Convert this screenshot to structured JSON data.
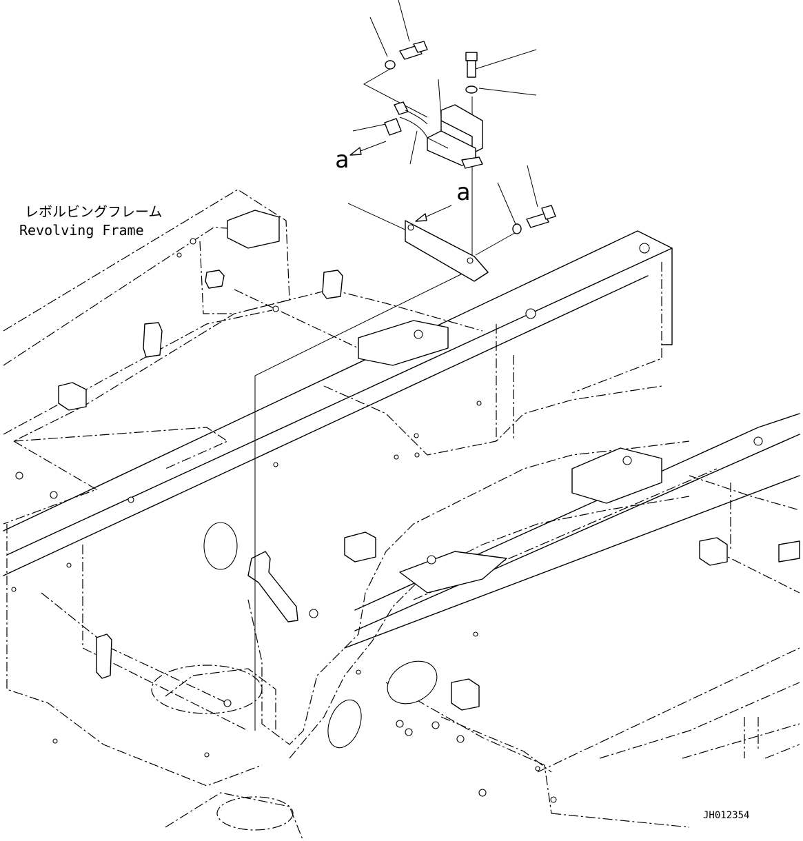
{
  "labels": {
    "frame_jp": "レボルビングフレーム",
    "frame_en": "Revolving Frame",
    "view_marker_1": "a",
    "view_marker_2": "a",
    "drawing_id": "JH012354"
  }
}
